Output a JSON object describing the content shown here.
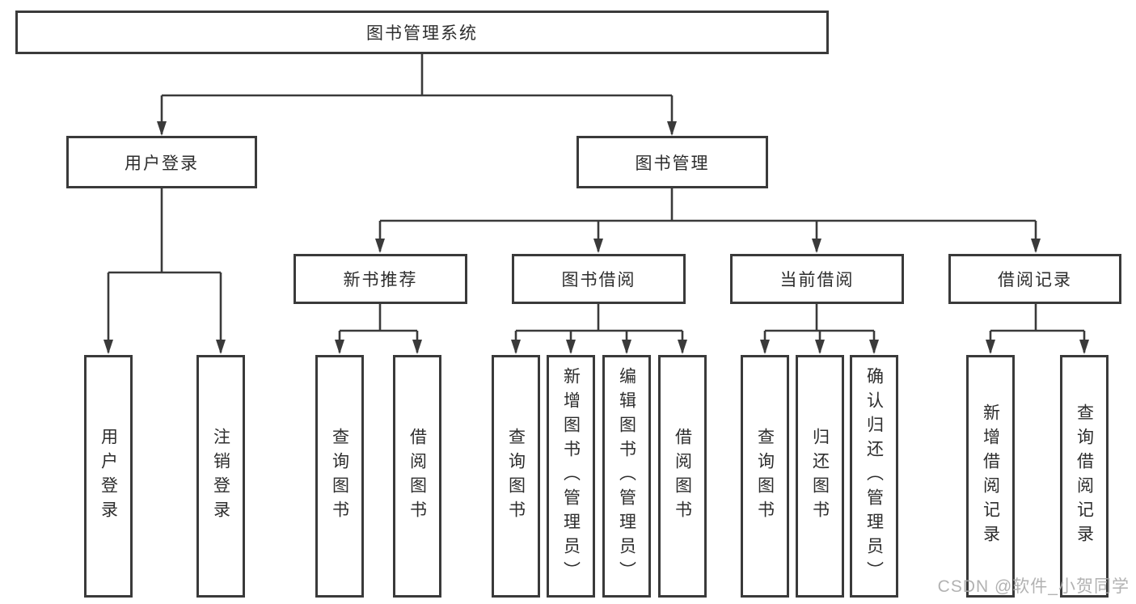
{
  "colors": {
    "background": "#ffffff",
    "line": "#3a3a3a",
    "box_border": "#3a3a3a",
    "box_fill": "#ffffff",
    "text": "#2d2d2d",
    "watermark_text_color": "#aaaaaa"
  },
  "diagram": {
    "root": "图书管理系统",
    "level2": [
      {
        "label": "用户登录",
        "children": [
          "用户登录",
          "注销登录"
        ]
      },
      {
        "label": "图书管理"
      }
    ],
    "level3": [
      {
        "label": "新书推荐",
        "children": [
          "查询图书",
          "借阅图书"
        ]
      },
      {
        "label": "图书借阅",
        "children": [
          "查询图书",
          "新增图书（管理员）",
          "编辑图书（管理员）",
          "借阅图书"
        ]
      },
      {
        "label": "当前借阅",
        "children": [
          "查询图书",
          "归还图书",
          "确认归还（管理员）"
        ]
      },
      {
        "label": "借阅记录",
        "children": [
          "新增借阅记录",
          "查询借阅记录"
        ]
      }
    ],
    "watermark": "CSDN @软件_小贺同学"
  }
}
